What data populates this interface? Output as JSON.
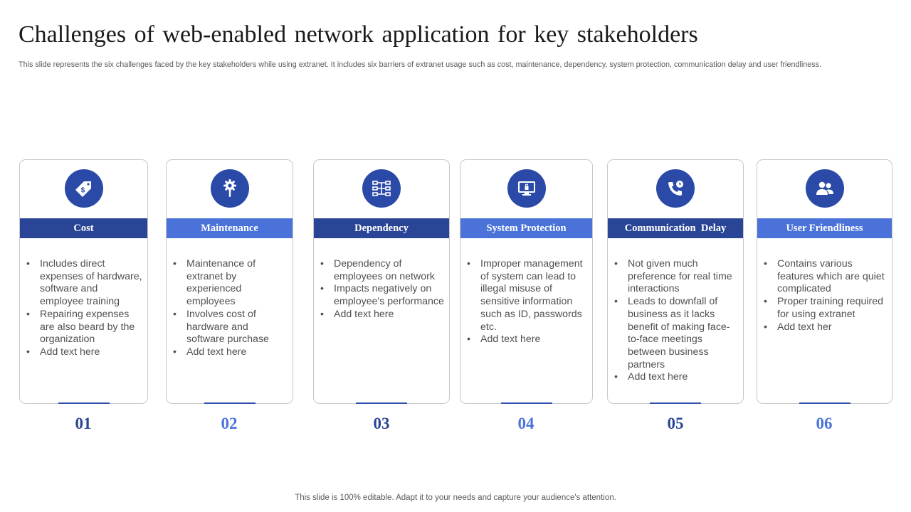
{
  "title": "Challenges of web-enabled network application for key stakeholders",
  "subtitle": "This slide represents the six challenges faced by the key stakeholders while using extranet. It includes six barriers of extranet usage such as cost, maintenance, dependency, system protection, communication delay and user friendliness.",
  "footer": "This slide is 100% editable. Adapt it to your needs and capture your audience's attention.",
  "cards": [
    {
      "heading": "Cost",
      "number": "01",
      "icon": "price-tag-icon",
      "bullets": [
        "Includes direct expenses of hardware, software and employee training",
        "Repairing expenses are also beard by the organization",
        "Add text here"
      ]
    },
    {
      "heading": "Maintenance",
      "number": "02",
      "icon": "gear-maintenance-icon",
      "bullets": [
        "Maintenance of extranet by experienced employees",
        "Involves cost of hardware and software purchase",
        "Add text here"
      ]
    },
    {
      "heading": "Dependency",
      "number": "03",
      "icon": "network-flow-icon",
      "bullets": [
        "Dependency of employees on network",
        "Impacts negatively on employee's performance",
        "Add text here"
      ]
    },
    {
      "heading": "System Protection",
      "number": "04",
      "icon": "monitor-lock-icon",
      "bullets": [
        "Improper management of system can lead to illegal misuse of sensitive information such as ID, passwords etc.",
        "Add text here"
      ]
    },
    {
      "heading": "Communication  Delay",
      "number": "05",
      "icon": "phone-clock-icon",
      "bullets": [
        "Not given much preference for real time interactions",
        "Leads to downfall of business as it lacks benefit of making face-to-face meetings between business partners",
        "Add text here"
      ]
    },
    {
      "heading": "User Friendliness",
      "number": "06",
      "icon": "users-icon",
      "bullets": [
        "Contains various features which are quiet complicated",
        "Proper training required for using extranet",
        "Add text her"
      ]
    }
  ],
  "colors": {
    "dark_blue": "#2a4596",
    "light_blue": "#4a72d9",
    "icon_blue": "#2b4aa8"
  }
}
